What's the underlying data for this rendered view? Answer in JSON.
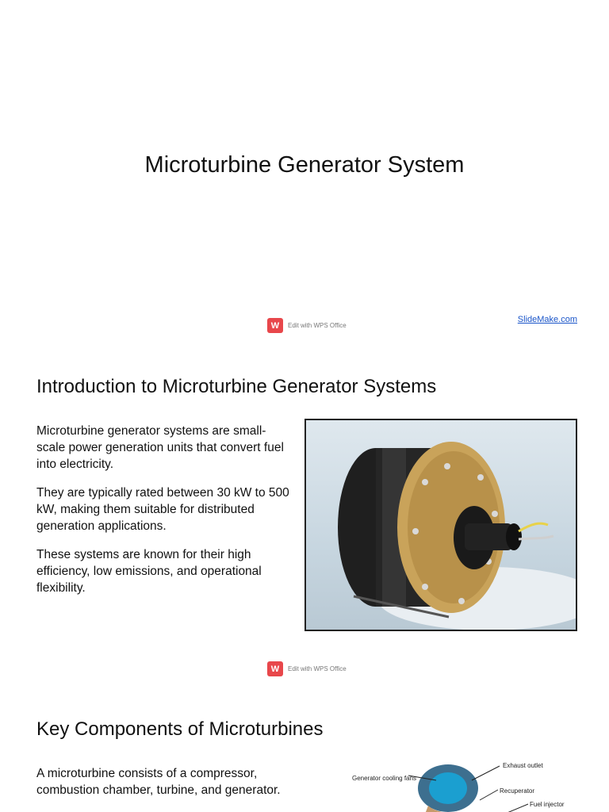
{
  "slide1": {
    "title": "Microturbine Generator System",
    "link": "SlideMake.com"
  },
  "wps": {
    "logo": "W",
    "text": "Edit with WPS Office"
  },
  "slide2": {
    "heading": "Introduction to Microturbine Generator Systems",
    "paragraphs": [
      "Microturbine generator systems are small-scale power generation units that convert fuel into electricity.",
      "They are typically rated between 30 kW to 500 kW, making them suitable for distributed generation applications.",
      "These systems are known for their high efficiency, low emissions, and operational flexibility."
    ]
  },
  "slide3": {
    "heading": "Key Components of Microturbines",
    "paragraph": "A microturbine consists of a compressor, combustion chamber, turbine, and generator.",
    "diagram_labels": {
      "exhaust": "Exhaust outlet",
      "cooling": "Generator cooling fans",
      "recuperator": "Recuperator",
      "fuel": "Fuel injector"
    }
  },
  "colors": {
    "wps_red": "#e8474b",
    "link_blue": "#1a55c9",
    "photo_gold": "#c9a35a"
  }
}
